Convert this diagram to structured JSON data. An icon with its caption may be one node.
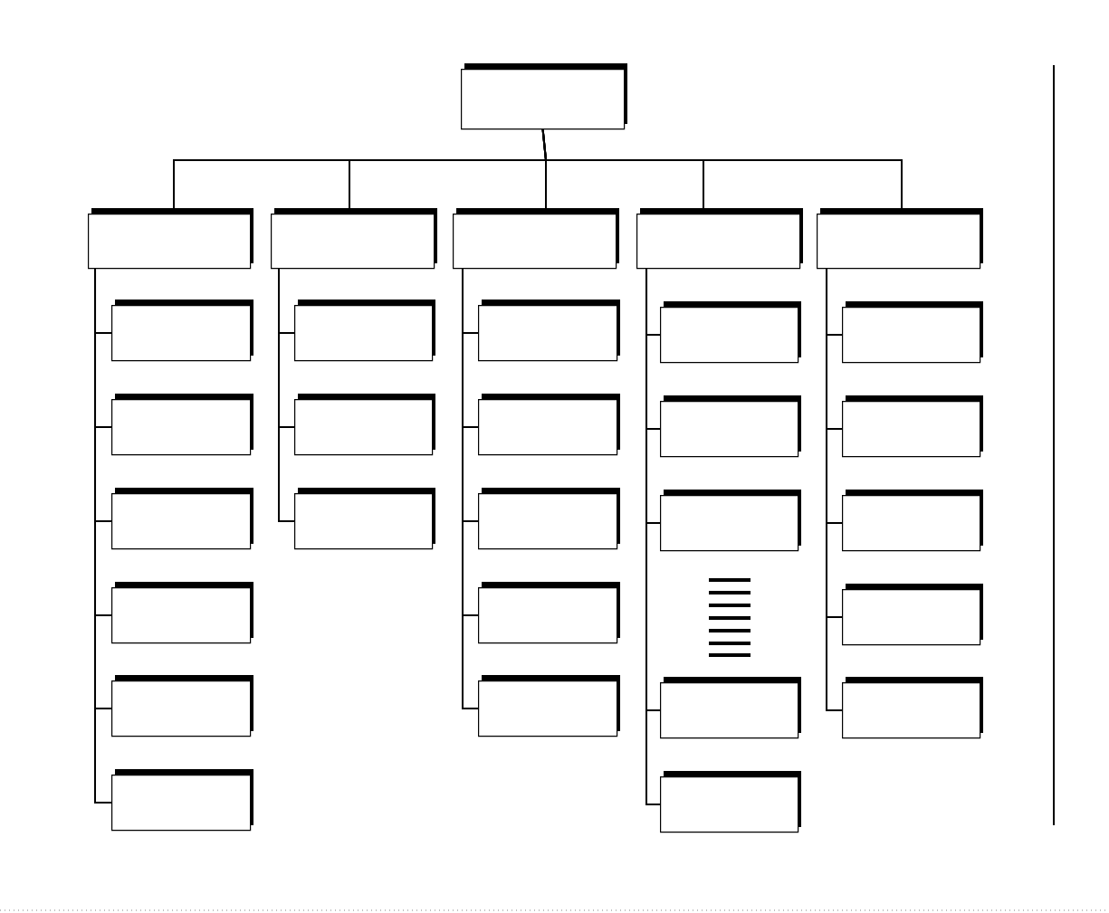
{
  "diagram": {
    "nodes": [
      {
        "text": [],
        "shape": "box"
      },
      {
        "text": [],
        "shape": "box"
      },
      {
        "text": [],
        "shape": "box"
      },
      {
        "text": [],
        "shape": "box"
      },
      {
        "text": [],
        "shape": "box"
      },
      {
        "text": [],
        "shape": "box"
      },
      {
        "text": [],
        "shape": "box"
      },
      {
        "text": [],
        "shape": "box"
      },
      {
        "text": [],
        "shape": "box"
      },
      {
        "text": [],
        "shape": "box"
      },
      {
        "text": [],
        "shape": "box"
      },
      {
        "text": [],
        "shape": "box"
      },
      {
        "text": [],
        "shape": "box"
      },
      {
        "text": [],
        "shape": "box"
      },
      {
        "text": [],
        "shape": "box"
      },
      {
        "text": [],
        "shape": "box"
      },
      {
        "text": [],
        "shape": "box"
      },
      {
        "text": [],
        "shape": "box"
      },
      {
        "text": [],
        "shape": "box"
      },
      {
        "text": [],
        "shape": "box"
      },
      {
        "text": [],
        "shape": "box"
      },
      {
        "text": [],
        "shape": "box"
      },
      {
        "text": [],
        "shape": "box"
      },
      {
        "text": [],
        "shape": "box"
      },
      {
        "text": [],
        "shape": "box"
      },
      {
        "text": [],
        "shape": "box"
      },
      {
        "text": [],
        "shape": "box"
      },
      {
        "text": [],
        "shape": "box"
      },
      {
        "text": [],
        "shape": "box"
      },
      {
        "text": [],
        "shape": "box"
      }
    ],
    "edges": [
      {
        "from": 0,
        "to": 1,
        "arrow": "none"
      },
      {
        "from": 0,
        "to": 2,
        "arrow": "none"
      },
      {
        "from": 0,
        "to": 3,
        "arrow": "none"
      },
      {
        "from": 0,
        "to": 4,
        "arrow": "none"
      },
      {
        "from": 0,
        "to": 5,
        "arrow": "none"
      },
      {
        "from": 1,
        "to": 6,
        "arrow": "none"
      },
      {
        "from": 1,
        "to": 7,
        "arrow": "none"
      },
      {
        "from": 1,
        "to": 8,
        "arrow": "none"
      },
      {
        "from": 1,
        "to": 9,
        "arrow": "none"
      },
      {
        "from": 1,
        "to": 10,
        "arrow": "none"
      },
      {
        "from": 1,
        "to": 11,
        "arrow": "none"
      },
      {
        "from": 2,
        "to": 12,
        "arrow": "none"
      },
      {
        "from": 2,
        "to": 13,
        "arrow": "none"
      },
      {
        "from": 2,
        "to": 14,
        "arrow": "none"
      },
      {
        "from": 3,
        "to": 15,
        "arrow": "none"
      },
      {
        "from": 3,
        "to": 16,
        "arrow": "none"
      },
      {
        "from": 3,
        "to": 17,
        "arrow": "none"
      },
      {
        "from": 3,
        "to": 18,
        "arrow": "none"
      },
      {
        "from": 3,
        "to": 19,
        "arrow": "none"
      },
      {
        "from": 4,
        "to": 20,
        "arrow": "none"
      },
      {
        "from": 4,
        "to": 21,
        "arrow": "none"
      },
      {
        "from": 4,
        "to": 22,
        "arrow": "none"
      },
      {
        "from": 4,
        "to": 23,
        "arrow": "none"
      },
      {
        "from": 4,
        "to": 24,
        "arrow": "none"
      },
      {
        "from": 5,
        "to": 25,
        "arrow": "none"
      },
      {
        "from": 5,
        "to": 26,
        "arrow": "none"
      },
      {
        "from": 5,
        "to": 27,
        "arrow": "none"
      },
      {
        "from": 5,
        "to": 28,
        "arrow": "none"
      },
      {
        "from": 5,
        "to": 29,
        "arrow": "none"
      }
    ]
  }
}
